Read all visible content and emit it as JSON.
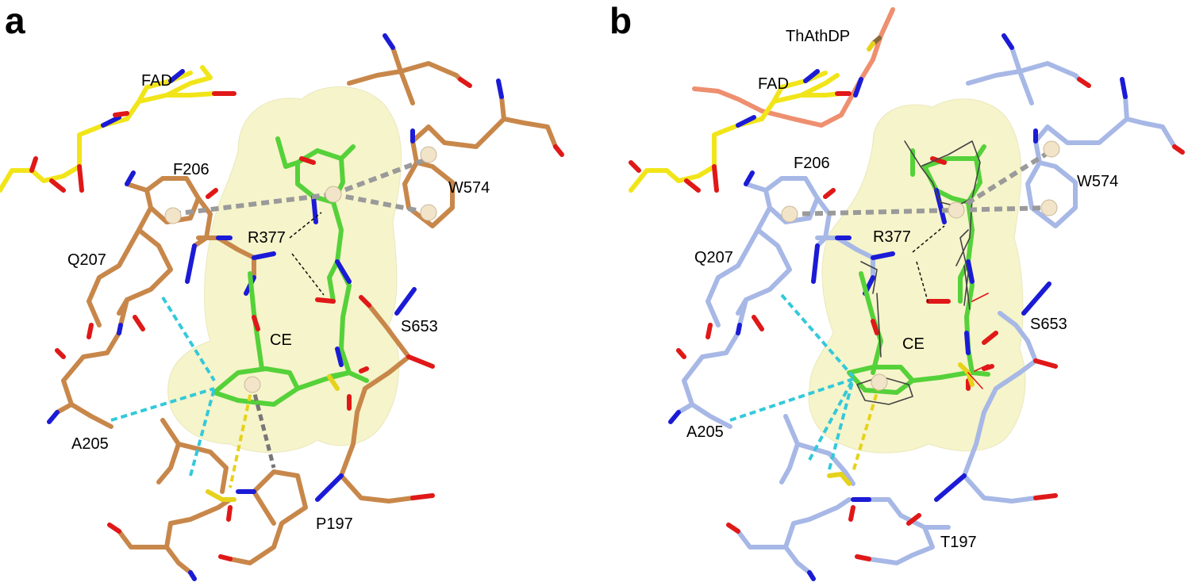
{
  "colors": {
    "protein_a": "#c8874a",
    "protein_b": "#a7b8e6",
    "ligand": "#55d13a",
    "fad": "#f1e51a",
    "thathdp": "#ee8f6f",
    "nitrogen": "#1b1bd6",
    "oxygen": "#e01818",
    "sulfur": "#e6d21a",
    "surface": "#f3f0b8",
    "hbond": "#111111",
    "cation_pi": "#33c9d9",
    "sulfur_pi": "#e6d21a",
    "pi_stack": "#9a9a9a",
    "centroid": "#f2e4c8"
  },
  "panels": [
    {
      "letter": "a",
      "labels": {
        "fad": "FAD",
        "f206": "F206",
        "w574": "W574",
        "r377": "R377",
        "q207": "Q207",
        "ce": "CE",
        "s653": "S653",
        "a205": "A205",
        "p197": "P197"
      }
    },
    {
      "letter": "b",
      "labels": {
        "thathdp": "ThAthDP",
        "fad": "FAD",
        "f206": "F206",
        "w574": "W574",
        "r377": "R377",
        "q207": "Q207",
        "ce": "CE",
        "s653": "S653",
        "a205": "A205",
        "t197": "T197"
      }
    }
  ]
}
